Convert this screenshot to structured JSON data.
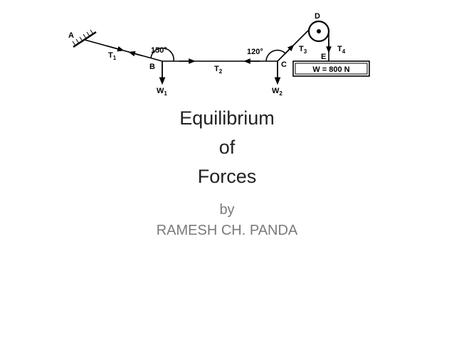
{
  "diagram": {
    "points": {
      "a": "A",
      "b": "B",
      "c": "C",
      "d": "D",
      "e": "E"
    },
    "angles": {
      "at_b": "150°",
      "at_c": "120°"
    },
    "tensions": {
      "t1": {
        "letter": "T",
        "sub": "1"
      },
      "t2": {
        "letter": "T",
        "sub": "2"
      },
      "t3": {
        "letter": "T",
        "sub": "3"
      },
      "t4": {
        "letter": "T",
        "sub": "4"
      }
    },
    "weights": {
      "w1": {
        "letter": "W",
        "sub": "1"
      },
      "w2": {
        "letter": "W",
        "sub": "2"
      }
    },
    "load_box": "W = 800 N"
  },
  "title": {
    "line1": "Equilibrium",
    "line2": "of",
    "line3": "Forces"
  },
  "byline": {
    "line1": "by",
    "line2": "RAMESH CH. PANDA"
  }
}
